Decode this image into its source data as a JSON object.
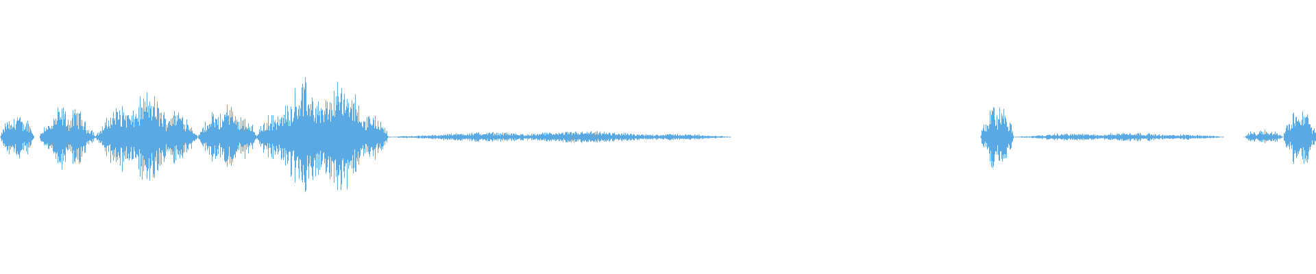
{
  "waveform": {
    "color": "#5aa9e2",
    "background": "#ffffff",
    "amplitude_scale": "relative",
    "segments": [
      {
        "label": "burst-1",
        "start": 0.0,
        "end": 0.026,
        "peak": 0.22
      },
      {
        "label": "burst-2",
        "start": 0.03,
        "end": 0.072,
        "peak": 0.28
      },
      {
        "label": "burst-3",
        "start": 0.072,
        "end": 0.15,
        "peak": 0.38
      },
      {
        "label": "burst-4",
        "start": 0.15,
        "end": 0.195,
        "peak": 0.3
      },
      {
        "label": "burst-5",
        "start": 0.195,
        "end": 0.295,
        "peak": 0.5
      },
      {
        "label": "decay-1",
        "start": 0.295,
        "end": 0.555,
        "peak": 0.05
      },
      {
        "label": "silence-1",
        "start": 0.555,
        "end": 0.745,
        "peak": 0.0
      },
      {
        "label": "burst-6",
        "start": 0.745,
        "end": 0.77,
        "peak": 0.32
      },
      {
        "label": "decay-2",
        "start": 0.77,
        "end": 0.93,
        "peak": 0.04
      },
      {
        "label": "burst-7",
        "start": 0.945,
        "end": 0.975,
        "peak": 0.07
      },
      {
        "label": "burst-8",
        "start": 0.975,
        "end": 1.0,
        "peak": 0.3
      }
    ]
  }
}
